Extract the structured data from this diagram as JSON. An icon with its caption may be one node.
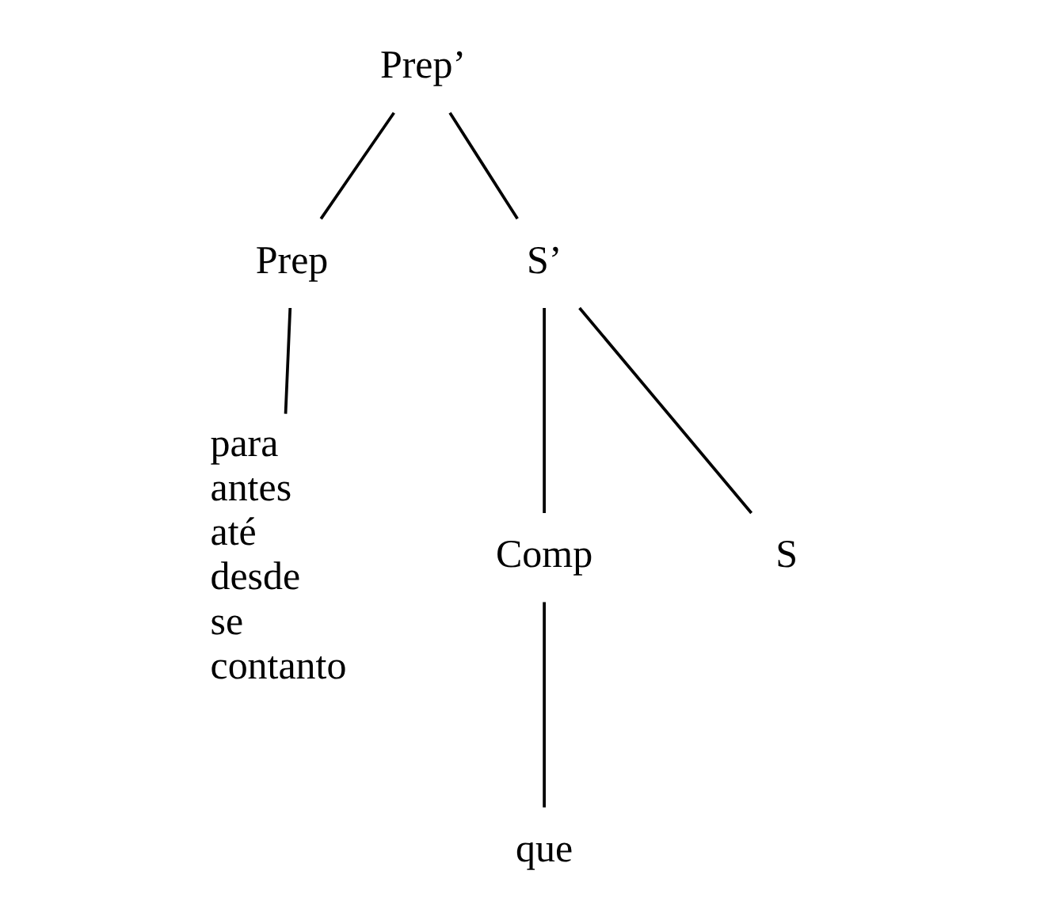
{
  "diagram": {
    "nodes": [
      {
        "text": [
          "Prep’"
        ]
      },
      {
        "text": [
          "Prep"
        ]
      },
      {
        "text": [
          "S’"
        ]
      },
      {
        "text": [
          "para",
          "antes",
          "até",
          "desde",
          "se",
          "contanto"
        ]
      },
      {
        "text": [
          "Comp"
        ]
      },
      {
        "text": [
          "S"
        ]
      },
      {
        "text": [
          "que"
        ]
      }
    ],
    "edges": [
      {
        "from": 0,
        "to": 1,
        "arrow": "none"
      },
      {
        "from": 0,
        "to": 2,
        "arrow": "none"
      },
      {
        "from": 1,
        "to": 3,
        "arrow": "none"
      },
      {
        "from": 2,
        "to": 4,
        "arrow": "none"
      },
      {
        "from": 2,
        "to": 5,
        "arrow": "none"
      },
      {
        "from": 4,
        "to": 6,
        "arrow": "none"
      }
    ]
  }
}
